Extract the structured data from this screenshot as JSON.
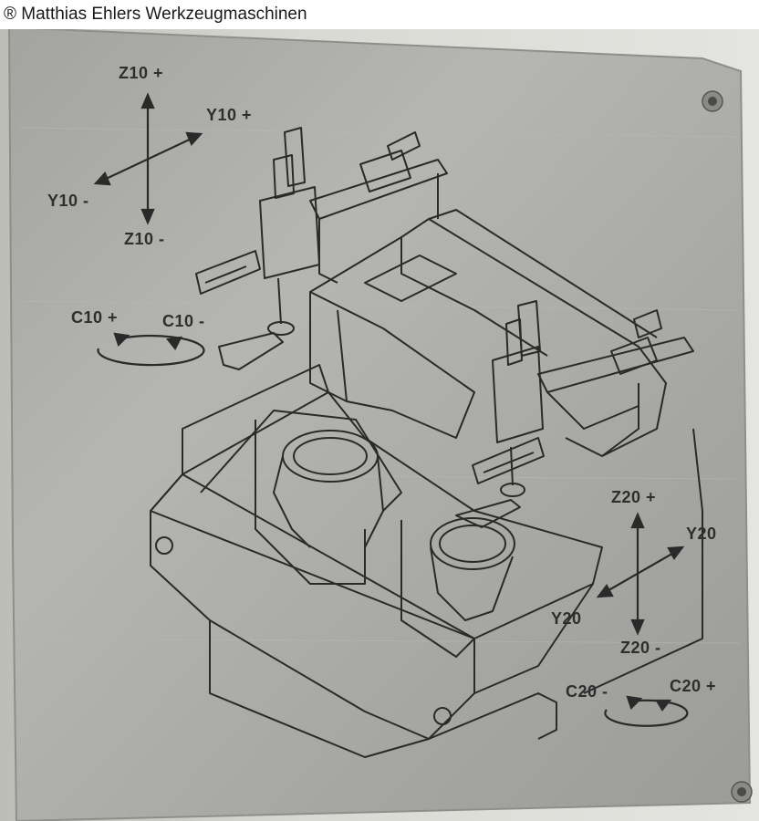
{
  "watermark": "® Matthias Ehlers Werkzeugmaschinen",
  "axes": {
    "z10_plus": "Z10 +",
    "y10_plus": "Y10 +",
    "y10_minus": "Y10 -",
    "z10_minus": "Z10 -",
    "c10_plus": "C10 +",
    "c10_minus": "C10 -",
    "z20_plus": "Z20 +",
    "y20_plus": "Y20",
    "y20_minus": "Y20",
    "z20_minus": "Z20 -",
    "c20_minus": "C20 -",
    "c20_plus": "C20 +"
  },
  "colors": {
    "plate": "#a9aaa6",
    "line": "#2a2a2a",
    "wall": "#d6d6d1"
  }
}
